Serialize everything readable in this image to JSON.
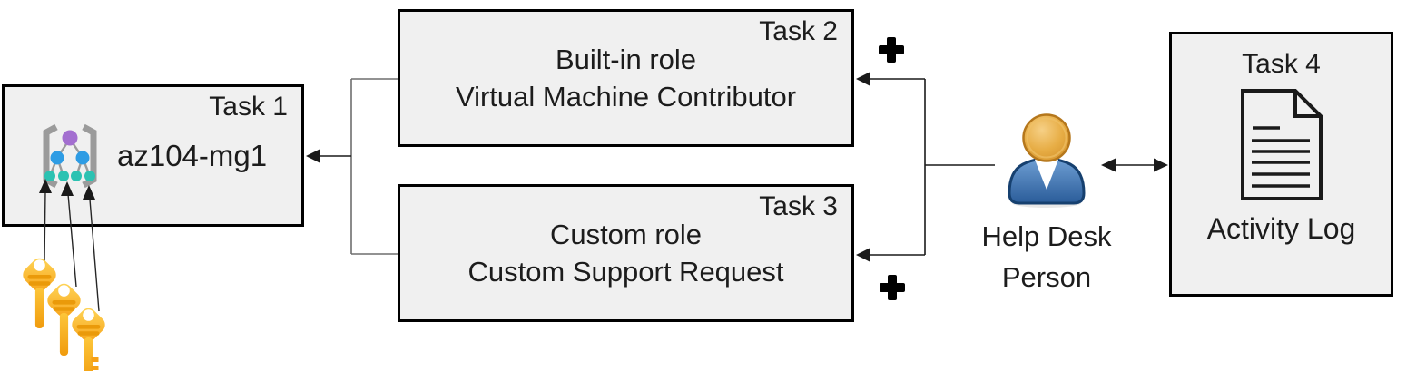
{
  "diagram": {
    "task1": {
      "tag": "Task 1",
      "name": "az104-mg1"
    },
    "task2": {
      "tag": "Task 2",
      "line1": "Built-in role",
      "line2": "Virtual Machine Contributor"
    },
    "task3": {
      "tag": "Task 3",
      "line1": "Custom role",
      "line2": "Custom Support Request"
    },
    "task4": {
      "tag": "Task 4",
      "caption": "Activity Log"
    },
    "actor": {
      "line1": "Help Desk",
      "line2": "Person"
    },
    "symbols": {
      "plus_top": "+",
      "plus_bottom": "+"
    }
  },
  "icons": {
    "management_group": "management-group-icon",
    "key": "key-icon (three gold keys)",
    "person": "person-icon",
    "document": "document-icon",
    "plus": "plus-icon (two)",
    "arrow": "arrowhead connectors"
  },
  "colors": {
    "background": "#ffffff",
    "box_fill": "#f0f0f0",
    "box_border": "#000000",
    "text": "#1c1c1c",
    "connector_gray": "#6e6e6e",
    "arrow_black": "#1a1a1a",
    "key_gold": "#f9b117",
    "key_stripe": "#ea9a0a",
    "person_body_blue": "#2f5f9e",
    "person_head_gold": "#dd9a2b",
    "mg_purple": "#a36fd0",
    "mg_blue": "#2e9ce4",
    "mg_teal": "#2cc2b2",
    "mg_bracket_gray": "#9b9b9b"
  }
}
